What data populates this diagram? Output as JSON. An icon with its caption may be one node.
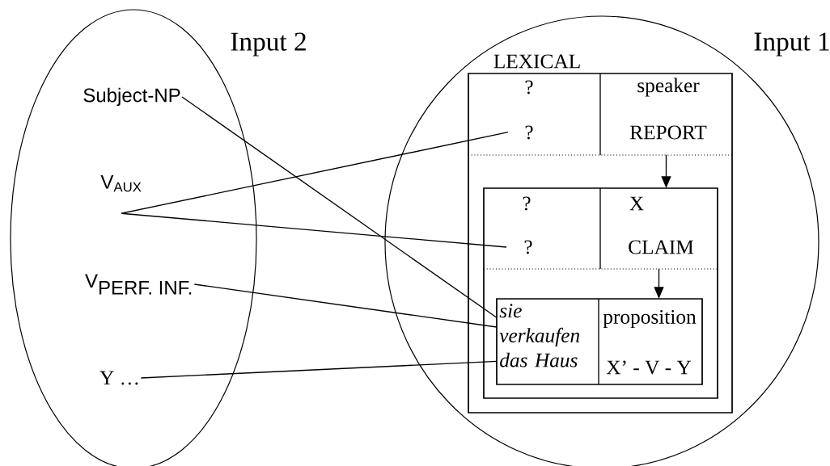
{
  "diagram": {
    "nodes": [
      {
        "text": [
          "Input 2"
        ]
      },
      {
        "text": [
          "Subject-NP"
        ],
        "in": 0
      },
      {
        "text": [
          "V$_{AUX}$"
        ],
        "in": 0
      },
      {
        "text": [
          "\\textsf{V}_{\\textsf{PERF. INF.}}"
        ],
        "in": 0
      },
      {
        "text": [
          "Y …"
        ],
        "in": 0
      },
      {
        "text": [
          "Input 1"
        ]
      },
      {
        "text": [
          "LEXICAL"
        ],
        "in": 5
      },
      {
        "text": [
          "?",
          "?"
        ],
        "in": 6
      },
      {
        "text": [
          "speaker",
          "REPORT"
        ],
        "in": 6
      },
      {
        "text": [],
        "shape": "box",
        "in": 6
      },
      {
        "text": [
          "?",
          "?"
        ],
        "in": 9
      },
      {
        "text": [
          "X",
          "CLAIM"
        ],
        "in": 9
      },
      {
        "text": [],
        "shape": "box",
        "in": 9
      },
      {
        "text": [
          "sie verkaufen das Haus"
        ],
        "in": 12
      },
      {
        "text": [
          "proposition",
          "X’ - V - Y"
        ],
        "in": 12
      }
    ],
    "edges": [
      {
        "from": 1,
        "to": 13,
        "arrow": "none"
      },
      {
        "from": 2,
        "to": 7,
        "arrow": "none"
      },
      {
        "from": 2,
        "to": 10,
        "arrow": "none"
      },
      {
        "from": 3,
        "to": 13,
        "arrow": "none"
      },
      {
        "from": 4,
        "to": 13,
        "arrow": "none"
      },
      {
        "from": 8,
        "to": 9,
        "arrow": "to"
      },
      {
        "from": 11,
        "to": 12,
        "arrow": "to"
      }
    ]
  }
}
